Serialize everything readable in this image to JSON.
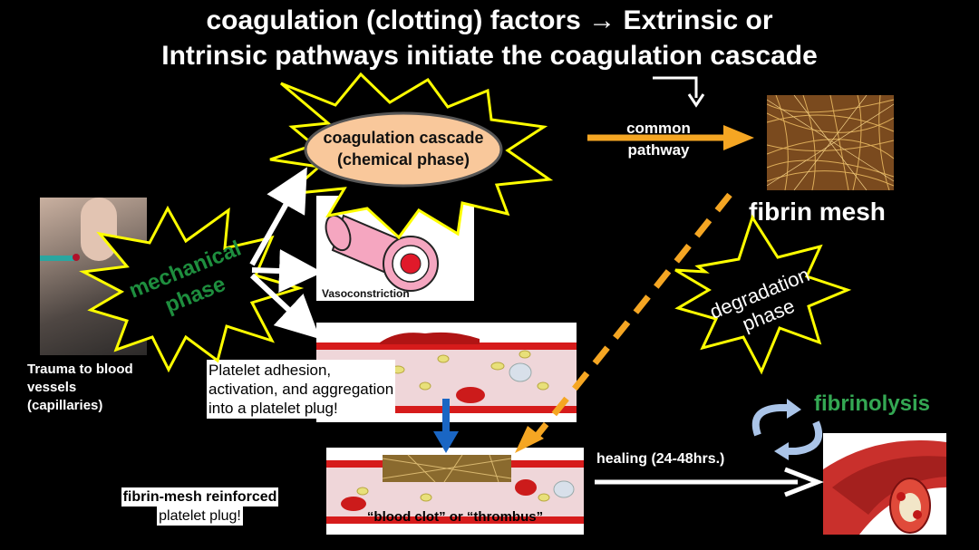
{
  "title": {
    "line1": "coagulation (clotting) factors → Extrinsic or",
    "line2": "Intrinsic pathways initiate the coagulation cascade"
  },
  "cascade": {
    "line1": "coagulation cascade",
    "line2": "(chemical phase)"
  },
  "common_pathway": {
    "line1": "common",
    "line2": "pathway"
  },
  "fibrin_mesh_label": "fibrin mesh",
  "mechanical": {
    "line1": "mechanical",
    "line2": "phase"
  },
  "trauma": {
    "line1": "Trauma to blood",
    "line2": "vessels",
    "line3": "(capillaries)"
  },
  "vasoconstriction": "Vasoconstriction",
  "platelet": {
    "line1": "Platelet adhesion,",
    "line2": "activation, and aggregation",
    "line3": "into a platelet plug!"
  },
  "degradation": {
    "line1": "degradation",
    "line2": "phase"
  },
  "fibrinolysis": "fibrinolysis",
  "healing": "healing (24-48hrs.)",
  "reinforced": {
    "line1": "fibrin-mesh reinforced",
    "line2": "platelet plug!"
  },
  "clot_caption": "“blood clot” or “thrombus”",
  "colors": {
    "star_outline": "#ffff00",
    "cascade_fill": "#f9c89b",
    "arrow_orange": "#f5a623",
    "fibrinolysis_green": "#34a853",
    "mechanical_green": "#1e8e3e",
    "blue_arrow": "#1a66c4",
    "vessel_red": "#d61b1b"
  }
}
